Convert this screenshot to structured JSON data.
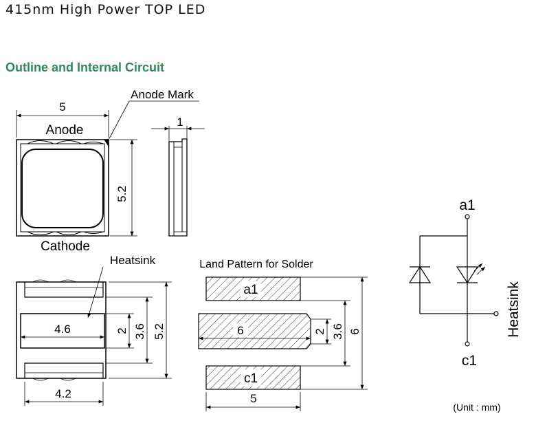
{
  "page": {
    "title": "415nm High Power TOP LED",
    "section_title": "Outline and Internal Circuit"
  },
  "colors": {
    "section_title": "#2e8b57",
    "lines": "#000000"
  },
  "top_view": {
    "anode_mark_label": "Anode Mark",
    "width_dim": "5",
    "height_dim": "5.2",
    "anode_label": "Anode",
    "cathode_label": "Cathode"
  },
  "side_view": {
    "thickness_dim": "1"
  },
  "bottom_view": {
    "heatsink_label": "Heatsink",
    "heatsink_width_dim": "4.6",
    "heatsink_height_dim": "2",
    "pad_span_dim": "3.6",
    "total_height_dim": "5.2",
    "pad_width_dim": "4.2"
  },
  "land_pattern": {
    "title": "Land Pattern for Solder",
    "pad_top_label": "a1",
    "pad_bottom_label": "c1",
    "center_width_dim": "6",
    "center_height_dim": "2",
    "span_dim": "3.6",
    "total_height_dim": "6",
    "width_dim": "5"
  },
  "circuit": {
    "anode_label": "a1",
    "cathode_label": "c1",
    "heatsink_label": "Heatsink"
  },
  "unit_note": "(Unit : mm)"
}
